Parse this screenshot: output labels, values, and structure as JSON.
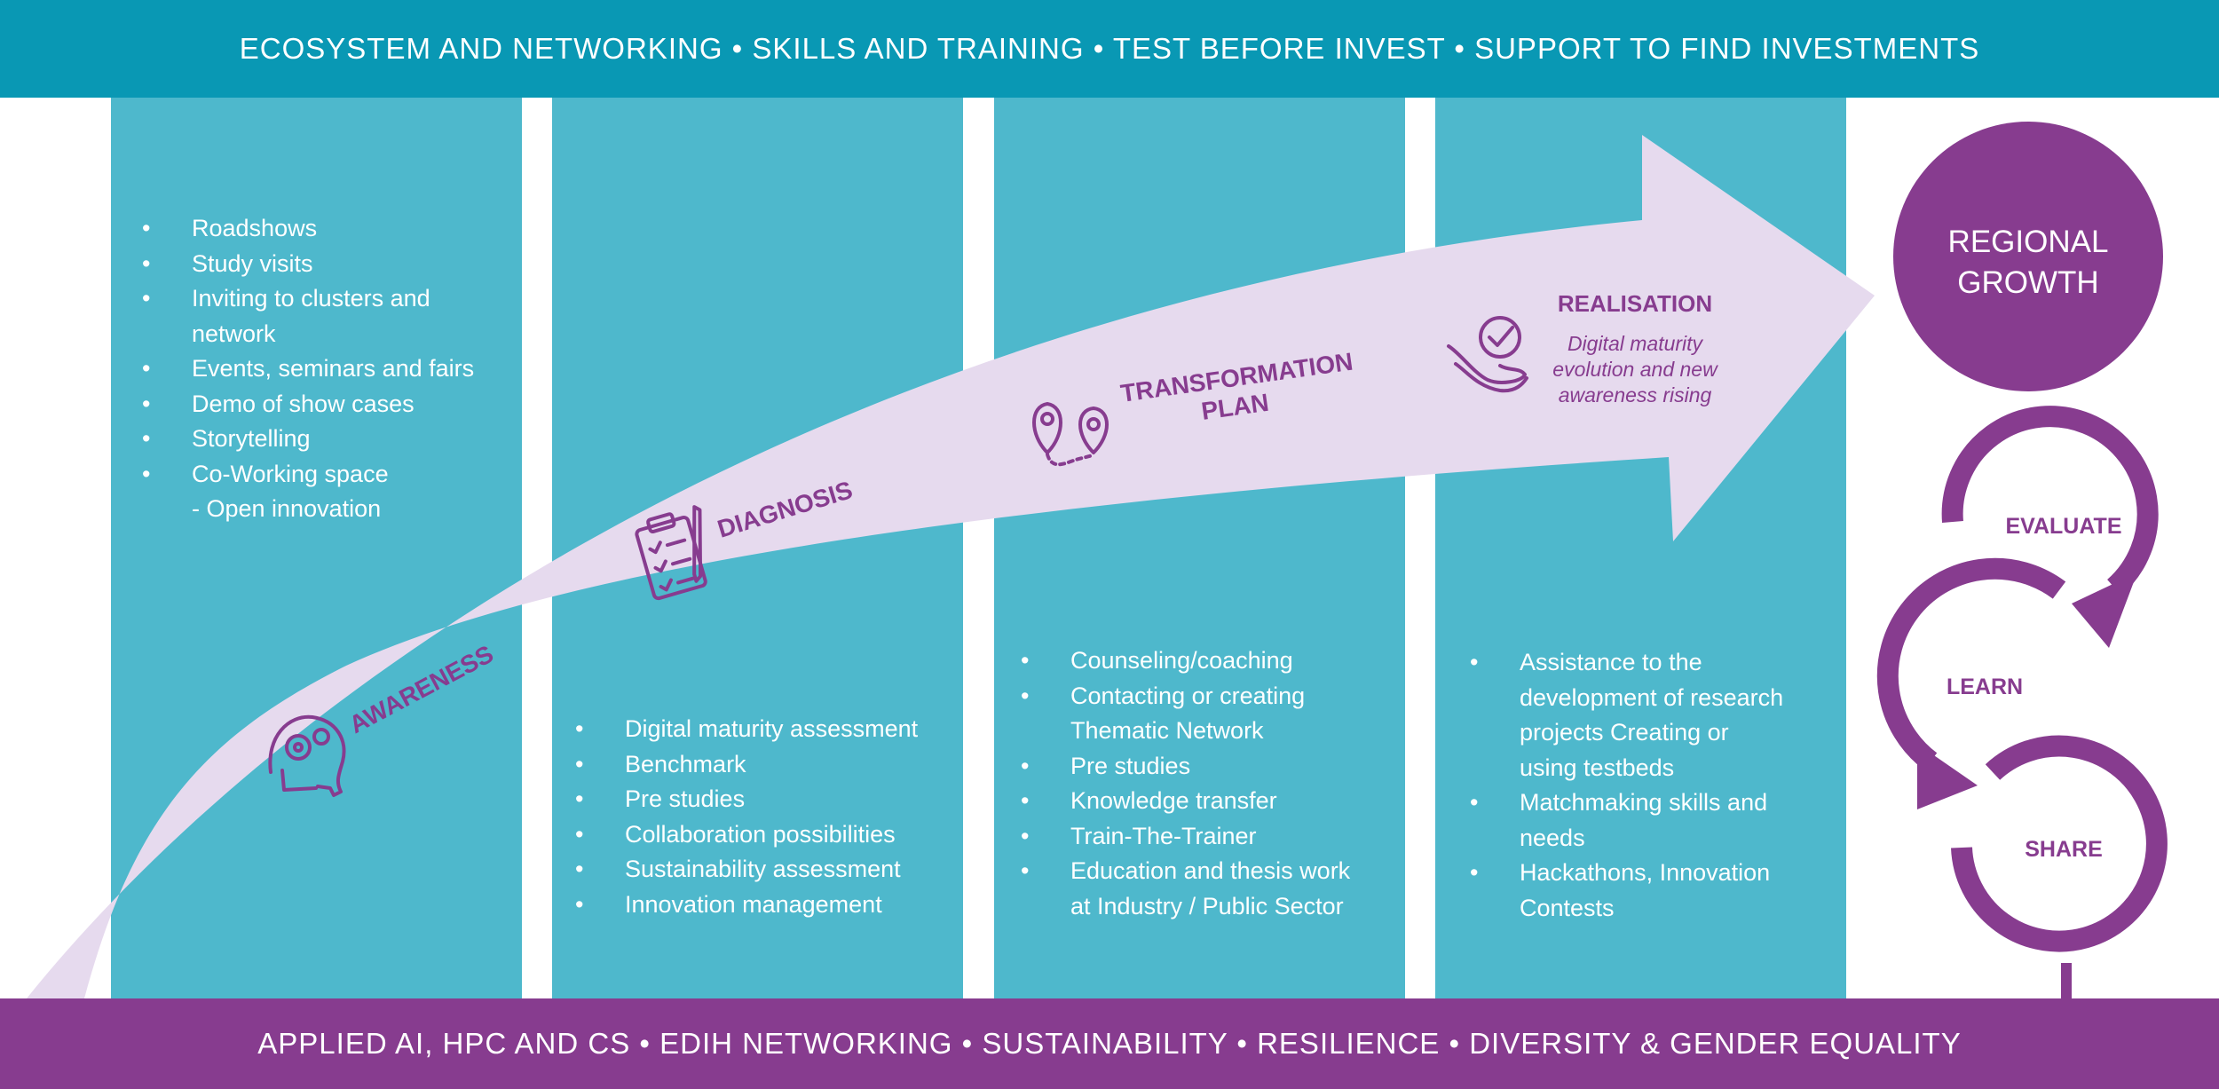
{
  "top_band": "ECOSYSTEM AND NETWORKING • SKILLS AND TRAINING • TEST BEFORE INVEST • SUPPORT TO FIND INVESTMENTS",
  "bottom_band": "APPLIED AI, HPC AND CS • EDIH NETWORKING • SUSTAINABILITY • RESILIENCE • DIVERSITY & GENDER EQUALITY",
  "colors": {
    "teal_band": "#0998b4",
    "teal_column": "#4eb8cc",
    "purple": "#873c8f",
    "arrow": "#e6daee",
    "white": "#ffffff"
  },
  "stages": {
    "awareness": {
      "label": "AWARENESS",
      "icon": "head-gears-icon"
    },
    "diagnosis": {
      "label": "DIAGNOSIS",
      "icon": "clipboard-checklist-icon"
    },
    "transformation": {
      "label_line1": "TRANSFORMATION",
      "label_line2": "PLAN",
      "icon": "route-pins-icon"
    },
    "realisation": {
      "label": "REALISATION",
      "desc_line1": "Digital maturity",
      "desc_line2": "evolution and new",
      "desc_line3": "awareness rising",
      "icon": "hand-check-icon"
    }
  },
  "columns": [
    {
      "items": [
        "Roadshows",
        "Study visits",
        "Inviting to clusters and",
        "network",
        "Events, seminars and fairs",
        "Demo of show cases",
        "Storytelling",
        "Co-Working space",
        "- Open innovation"
      ]
    },
    {
      "items": [
        "Digital maturity assessment",
        "Benchmark",
        "Pre studies",
        "Collaboration possibilities",
        "Sustainability assessment",
        "Innovation management"
      ]
    },
    {
      "items": [
        "Counseling/coaching",
        "Contacting or creating",
        "Thematic Network",
        "Pre studies",
        "Knowledge transfer",
        "Train-The-Trainer",
        "Education and thesis work",
        "at Industry / Public Sector"
      ]
    },
    {
      "items": [
        "Assistance to the",
        "development of research",
        "projects Creating or",
        "using testbeds",
        "Matchmaking skills and",
        "needs",
        "Hackathons, Innovation",
        "Contests"
      ]
    }
  ],
  "growth": {
    "line1": "REGIONAL",
    "line2": "GROWTH"
  },
  "cycle": {
    "evaluate": "EVALUATE",
    "learn": "LEARN",
    "share": "SHARE"
  }
}
